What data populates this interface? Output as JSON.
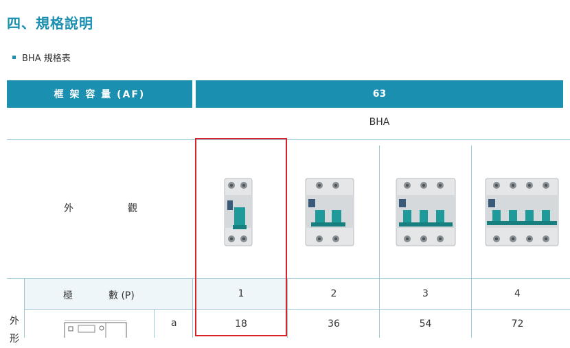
{
  "section": {
    "title": "四、規格說明"
  },
  "subheading": {
    "label": "BHA 規格表"
  },
  "table": {
    "frame_label": "框 架 容 量 (AF)",
    "frame_value": "63",
    "model": "BHA",
    "appearance_label": [
      "外",
      "觀"
    ],
    "poles_label": [
      "極",
      "數 (P)"
    ],
    "dimension_group_label": "外形",
    "dimension_row_label": "a",
    "poles": [
      "1",
      "2",
      "3",
      "4"
    ],
    "a_values": [
      "18",
      "36",
      "54",
      "72"
    ]
  },
  "colors": {
    "accent": "#1a8fb0",
    "highlight": "#d9232a",
    "breaker_handle": "#1f9a9a"
  },
  "icons": [
    "breaker-1p-image",
    "breaker-2p-image",
    "breaker-3p-image",
    "breaker-4p-image"
  ]
}
